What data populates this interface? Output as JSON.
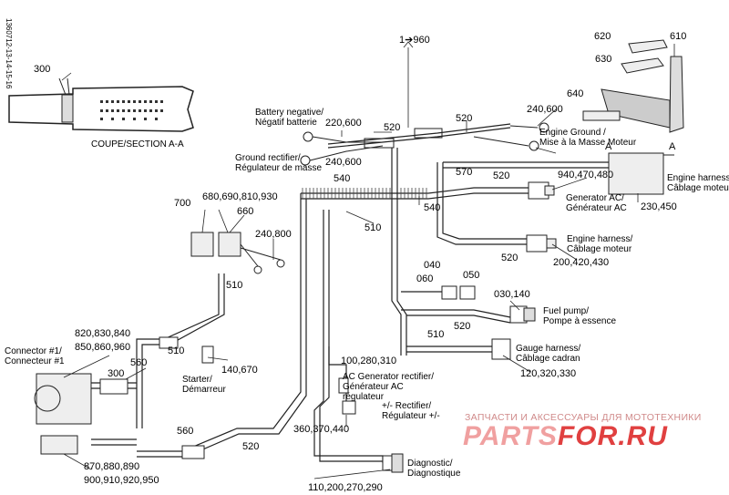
{
  "doc_id": "1360712-13-14-15-16",
  "section_label": "COUPE/SECTION A-A",
  "section_marker": "A",
  "watermark": {
    "subtitle": "ЗАПЧАСТИ И АКСЕССУАРЫ ДЛЯ МОТОТЕХНИКИ",
    "brand_a": "PARTS",
    "brand_b": "FOR.RU"
  },
  "labels": {
    "battery_negative": [
      "Battery negative/",
      "Négatif batterie"
    ],
    "ground_rectifier": [
      "Ground rectifier/",
      "Régulateur de masse"
    ],
    "engine_ground": [
      "Engine Ground /",
      "Mise à la Masse Moteur"
    ],
    "engine_harness_top": [
      "Engine harness/",
      "Câblage moteur"
    ],
    "generator_ac": [
      "Generator AC/",
      "Générateur AC"
    ],
    "engine_harness_mid": [
      "Engine harness/",
      "Câblage moteur"
    ],
    "fuel_pump": [
      "Fuel pump/",
      "Pompe à essence"
    ],
    "gauge_harness": [
      "Gauge harness/",
      "Câblage cadran"
    ],
    "ac_rectifier": [
      "AC Generator rectifier/",
      "Générateur AC",
      "régulateur"
    ],
    "pm_rectifier": [
      "+/- Rectifier/",
      "Régulateur +/-"
    ],
    "diagnostic": [
      "Diagnostic/",
      "Diagnostique"
    ],
    "starter": [
      "Starter/",
      "Démarreur"
    ],
    "connector1": [
      "Connector #1/",
      "Connecteur #1"
    ]
  },
  "refs": {
    "r300a": "300",
    "r1960": "1➔960",
    "r620": "620",
    "r610": "610",
    "r630": "630",
    "r640": "640",
    "r220": "220,600",
    "r520a": "520",
    "r520b": "520",
    "r240a": "240,600",
    "r240b": "240,600",
    "r570": "570",
    "r520c": "520",
    "r940": "940,470,480",
    "r230": "230,450",
    "r540a": "540",
    "r540b": "540",
    "r700": "700",
    "r680": "680,690,810,930",
    "r660": "660",
    "r510a": "510",
    "r240800": "240,800",
    "r520d": "520",
    "r200": "200,420,430",
    "r040": "040",
    "r050": "050",
    "r060": "060",
    "r030": "030,140",
    "r510b": "510",
    "r520e": "520",
    "r510c": "510",
    "r120": "120,320,330",
    "r820": "820,830,840",
    "r850": "850,860,960",
    "r510d": "510",
    "r560a": "560",
    "r300b": "300",
    "r140": "140,670",
    "r100": "100,280,310",
    "r360": "360,370,440",
    "r560b": "560",
    "r870": "870,880,890",
    "r900": "900,910,920,950",
    "r520f": "520",
    "r110": "110,200,270,290"
  }
}
